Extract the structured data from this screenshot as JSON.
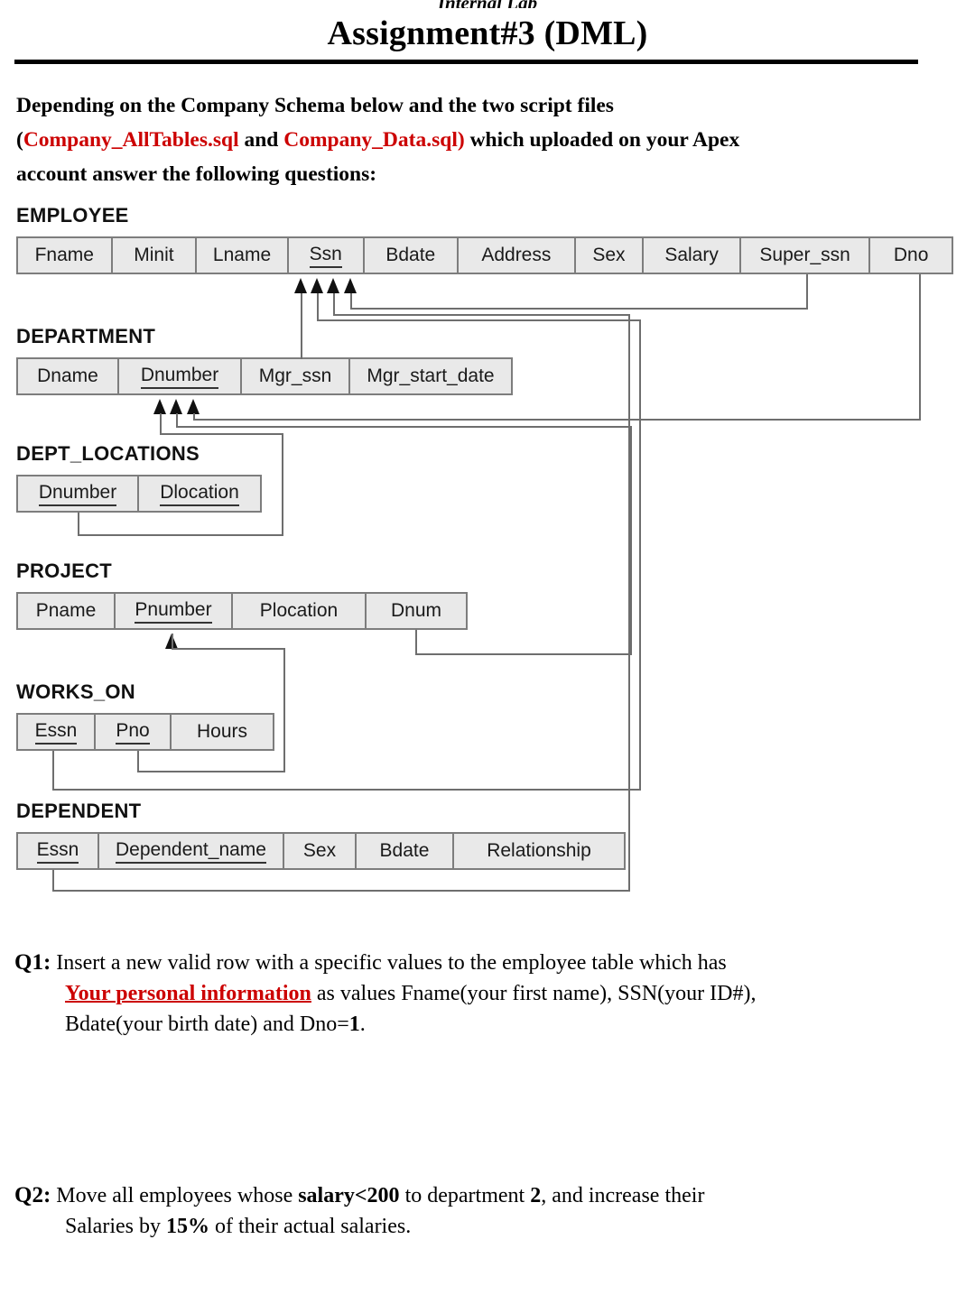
{
  "header": {
    "running_head": "Internal Lab",
    "title": "Assignment#3 (DML)"
  },
  "intro": {
    "line1": "Depending on the Company Schema below and the two script files",
    "open_paren": "(",
    "file1": "Company_AllTables.sql",
    "and": " and ",
    "file2": "Company_Data.sql)",
    "line2_tail": " which uploaded on your Apex",
    "line3": "account answer the following questions:"
  },
  "schema": {
    "tables": [
      {
        "name": "EMPLOYEE",
        "columns": [
          {
            "label": "Fname",
            "pk": false
          },
          {
            "label": "Minit",
            "pk": false
          },
          {
            "label": "Lname",
            "pk": false
          },
          {
            "label": "Ssn",
            "pk": true
          },
          {
            "label": "Bdate",
            "pk": false
          },
          {
            "label": "Address",
            "pk": false
          },
          {
            "label": "Sex",
            "pk": false
          },
          {
            "label": "Salary",
            "pk": false
          },
          {
            "label": "Super_ssn",
            "pk": false
          },
          {
            "label": "Dno",
            "pk": false
          }
        ]
      },
      {
        "name": "DEPARTMENT",
        "columns": [
          {
            "label": "Dname",
            "pk": false
          },
          {
            "label": "Dnumber",
            "pk": true
          },
          {
            "label": "Mgr_ssn",
            "pk": false
          },
          {
            "label": "Mgr_start_date",
            "pk": false
          }
        ]
      },
      {
        "name": "DEPT_LOCATIONS",
        "columns": [
          {
            "label": "Dnumber",
            "pk": true
          },
          {
            "label": "Dlocation",
            "pk": true
          }
        ]
      },
      {
        "name": "PROJECT",
        "columns": [
          {
            "label": "Pname",
            "pk": false
          },
          {
            "label": "Pnumber",
            "pk": true
          },
          {
            "label": "Plocation",
            "pk": false
          },
          {
            "label": "Dnum",
            "pk": false
          }
        ]
      },
      {
        "name": "WORKS_ON",
        "columns": [
          {
            "label": "Essn",
            "pk": true
          },
          {
            "label": "Pno",
            "pk": true
          },
          {
            "label": "Hours",
            "pk": false
          }
        ]
      },
      {
        "name": "DEPENDENT",
        "columns": [
          {
            "label": "Essn",
            "pk": true
          },
          {
            "label": "Dependent_name",
            "pk": true
          },
          {
            "label": "Sex",
            "pk": false
          },
          {
            "label": "Bdate",
            "pk": false
          },
          {
            "label": "Relationship",
            "pk": false
          }
        ]
      }
    ]
  },
  "questions": [
    {
      "num": "Q1:",
      "seg1": " Insert a new valid row with a specific values to the employee table which has",
      "highlight": "Your personal information",
      "seg2": " as values Fname(your first name), SSN(your ID#),",
      "seg3": "Bdate(your birth date) and Dno=",
      "bold_val": "1",
      "seg4": "."
    },
    {
      "num": "Q2:",
      "seg1": " Move all employees whose ",
      "bold1": "salary<200",
      "seg2": " to department ",
      "bold2": "2",
      "seg3": ", and increase their",
      "seg4": "Salaries by ",
      "bold3": "15%",
      "seg5": " of their actual salaries."
    }
  ],
  "colors": {
    "accent_red": "#cc0000",
    "cell_fill": "#e9e9e9",
    "border_gray": "#7d7d7d",
    "line_gray": "#6e6e6e"
  }
}
